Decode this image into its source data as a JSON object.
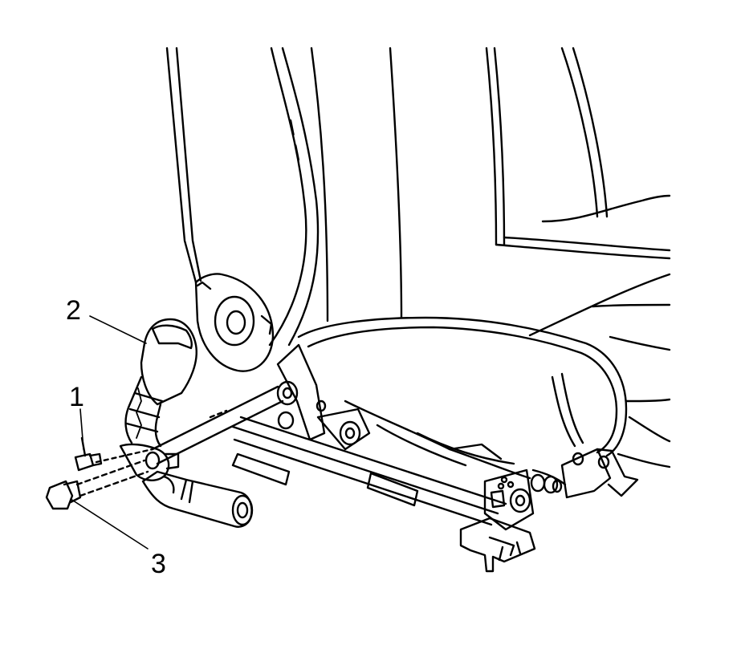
{
  "figure": {
    "callouts": [
      {
        "id": "1",
        "label": "1"
      },
      {
        "id": "2",
        "label": "2"
      },
      {
        "id": "3",
        "label": "3"
      }
    ]
  },
  "colors": {
    "line": "#000000",
    "background": "#ffffff"
  }
}
